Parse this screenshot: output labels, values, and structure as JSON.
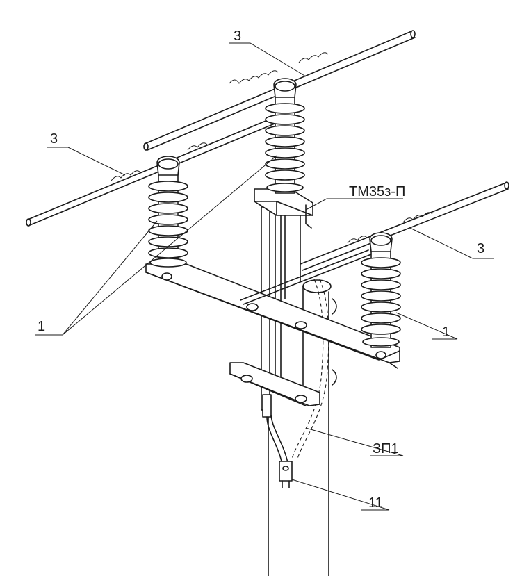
{
  "labels": {
    "wire_top": "3",
    "wire_left": "3",
    "wire_right": "3",
    "insulators_left": "1",
    "insulator_right": "1",
    "bracket": "ТМ35з-П",
    "ground_conductor": "ЗП1",
    "clamp": "11"
  },
  "colors": {
    "ink": "#1a1a1a",
    "background": "#ffffff"
  }
}
